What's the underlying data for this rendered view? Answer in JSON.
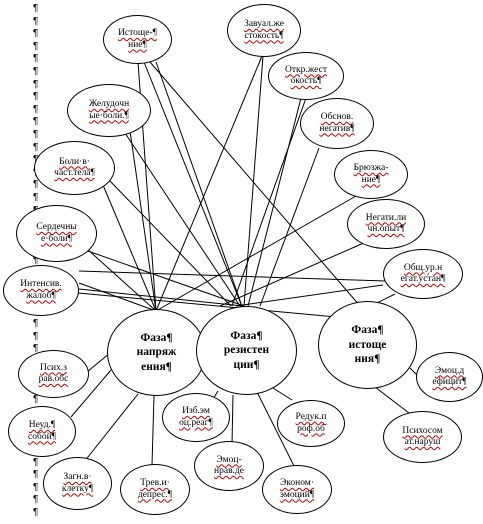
{
  "paragraph_mark": "¶",
  "phases": [
    {
      "id": "tension",
      "label": "Фаза¶\nнапряж\nения¶"
    },
    {
      "id": "resistance",
      "label": "Фаза¶\nрезистен\nции¶"
    },
    {
      "id": "exhaustion",
      "label": "Фаза¶\nистоще\nния¶"
    }
  ],
  "nodes": [
    {
      "id": "istoshe",
      "label": "Истоще-¶\nние¶"
    },
    {
      "id": "zavual",
      "label": "Завуал.же\nстокость¶"
    },
    {
      "id": "otkr",
      "label": "Откр.жест\nокость¶"
    },
    {
      "id": "zhelud",
      "label": "Желудочн\nые·боли.¶"
    },
    {
      "id": "obosnov",
      "label": "Обснов.\nнегатив¶"
    },
    {
      "id": "boli",
      "label": "Боли·в·\nчаст.тела¶"
    },
    {
      "id": "bruzh",
      "label": "Брюзжа-\nние¶"
    },
    {
      "id": "negativ",
      "label": "Негати.ли\nчн.опыт¶"
    },
    {
      "id": "serd",
      "label": "Сердечны\nе·боли¶"
    },
    {
      "id": "obsh",
      "label": "Общ.ур.н\nегат.устан¶"
    },
    {
      "id": "intens",
      "label": "Интенсив.\nжалоб¶"
    },
    {
      "id": "psih",
      "label": "Псих.з\nрав.обс"
    },
    {
      "id": "neud",
      "label": "Неуд.¶\nсобой¶"
    },
    {
      "id": "zagn",
      "label": "Загн.в·\nклетку¶"
    },
    {
      "id": "trev",
      "label": "Трев.и·\nдепрес.¶"
    },
    {
      "id": "izb",
      "label": "Изб.эм\nоц.реаг¶"
    },
    {
      "id": "emoc_nrav",
      "label": "Эмоц-\nнрав.де"
    },
    {
      "id": "redukc",
      "label": "Редук.п\nроф.об"
    },
    {
      "id": "ekonom",
      "label": "Эконом·\nэмоций¶"
    },
    {
      "id": "emoc_def",
      "label": "Эмоц.д\nефицит¶"
    },
    {
      "id": "psihosom",
      "label": "Психосом\nат.наруш"
    }
  ]
}
